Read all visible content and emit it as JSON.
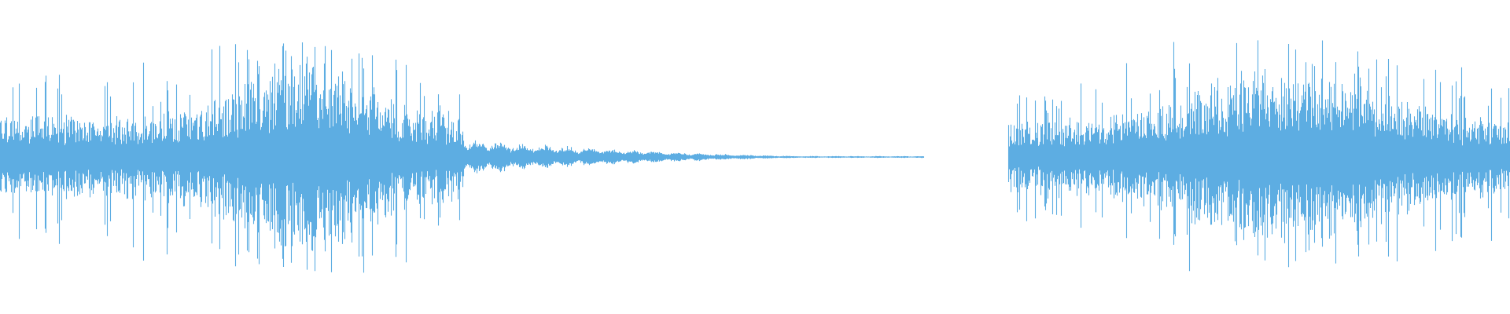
{
  "waveform": {
    "color": "#5dade2",
    "background": "#ffffff",
    "segments": [
      {
        "start": 0.0,
        "end": 0.612,
        "kind": "active-then-decay"
      },
      {
        "start": 0.668,
        "end": 1.0,
        "kind": "active"
      }
    ]
  }
}
